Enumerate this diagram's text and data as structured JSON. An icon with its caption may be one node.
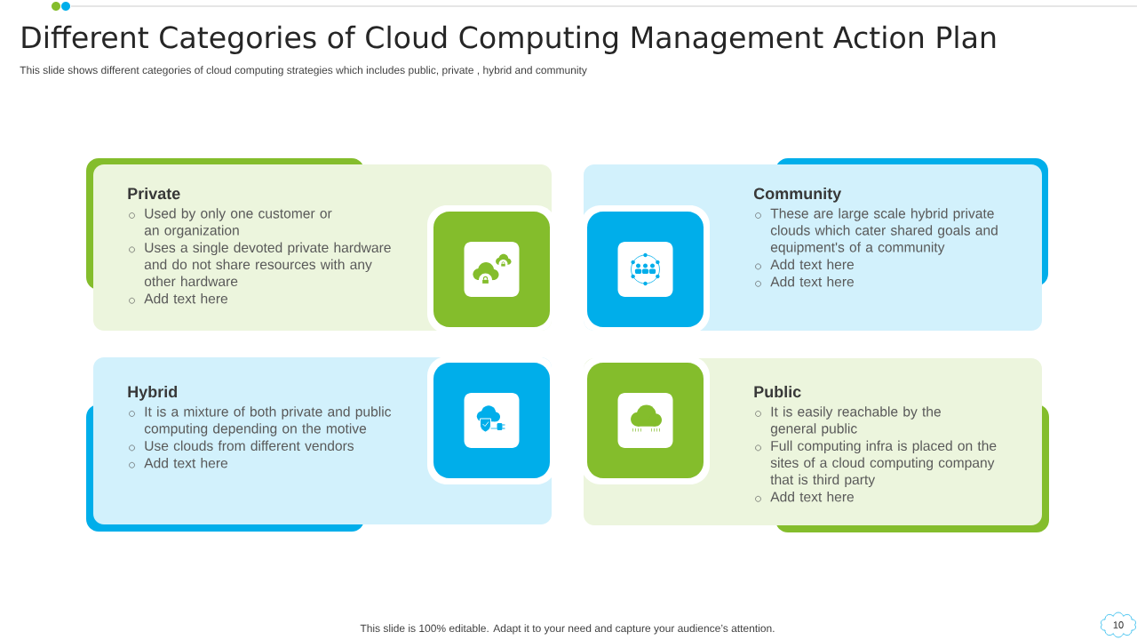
{
  "diagram": {
    "title": "Different Categories of Cloud Computing Management Action Plan",
    "nodes": [
      {
        "text": [
          "Private",
          "Used by only one customer or an organization",
          "Uses a single devoted private hardware and do not share resources with any other hardware",
          "Add text here"
        ]
      },
      {
        "text": [
          "Community",
          "These are large scale hybrid private clouds which cater shared goals and equipment's of a community",
          "Add text here",
          "Add text here"
        ]
      },
      {
        "text": [
          "Hybrid",
          "It is a mixture of both private and public computing depending on the motive",
          "Use clouds from different vendors",
          "Add text here"
        ]
      },
      {
        "text": [
          "Public",
          "It is easily reachable by the general public",
          "Full computing infra is placed on the sites of a cloud computing company that is third party",
          "Add text here"
        ]
      },
      {
        "text": [
          "10"
        ]
      }
    ],
    "labels": [
      "This slide shows different categories of cloud computing strategies which includes public, private , hybrid and community",
      "This slide is 100% editable. Adapt it to your need and capture your audience’s attention."
    ]
  }
}
